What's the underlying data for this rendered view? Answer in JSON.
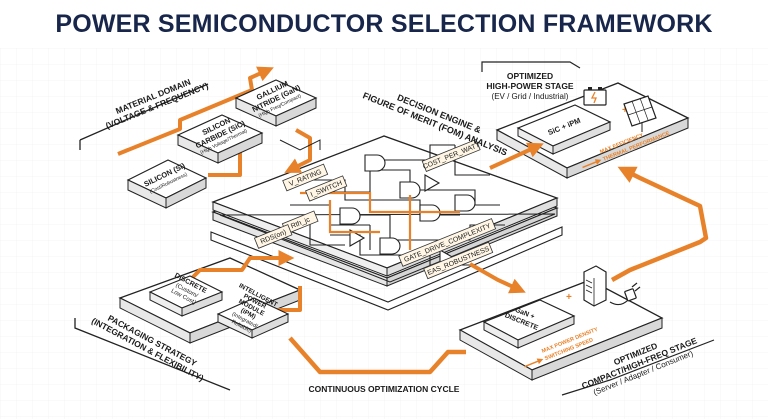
{
  "title": "POWER SEMICONDUCTOR SELECTION FRAMEWORK",
  "material_domain": {
    "heading_line1": "MATERIAL DOMAIN",
    "heading_line2": "(VOLTAGE & FREQUENCY)",
    "silicon": {
      "line1": "SILICON (Si)",
      "line2": "(Cost/Robustness)"
    },
    "sic": {
      "line1": "SILICON",
      "line2": "CARBIDE (SiC)",
      "line3": "(High Voltage/Thermal)"
    },
    "gan": {
      "line1": "GALLIUM",
      "line2": "NITRIDE (GaN)",
      "line3": "(High Freq/Compact)"
    }
  },
  "decision_engine": {
    "heading_line1": "DECISION ENGINE &",
    "heading_line2": "FIGURE OF MERIT (FOM) ANALYSIS",
    "tags": {
      "v_rating": "V_RATING",
      "i_switch": "I_SWITCH",
      "cost_per_watt": "COST_PER_WATT",
      "rdson": "RDS(on)",
      "rth_jc": "Rth_jc",
      "gate_drive": "GATE_DRIVE_COMPLEXITY",
      "eas": "EAS_ROBUSTNESS"
    }
  },
  "high_power_stage": {
    "heading_line1": "OPTIMIZED",
    "heading_line2": "HIGH-POWER STAGE",
    "heading_line3": "(EV / Grid / Industrial)",
    "module": "SiC + iPM",
    "benefit_line1": "MAX EFFICIENCY",
    "benefit_line2": "THERMAL PERFORMANCE"
  },
  "packaging": {
    "heading_line1": "PACKAGING STRATEGY",
    "heading_line2": "(INTEGRATION & FLEXIBILITY)",
    "discrete": {
      "line1": "DISCRETE",
      "line2": "(Custom/",
      "line3": "Low Cost)"
    },
    "ipm": {
      "line1": "INTELLIGENT",
      "line2": "POWER",
      "line3": "MODULE",
      "line4": "(iPM)",
      "line5": "(Integrated/",
      "line6": "Reliable)"
    }
  },
  "compact_stage": {
    "heading_line1": "OPTIMIZED",
    "heading_line2": "COMPACT/HIGH-FREQ STAGE",
    "heading_line3": "(Server / Adapter / Consumer)",
    "module_line1": "GaN +",
    "module_line2": "DISCRETE",
    "benefit_line1": "MAX POWER DENSITY",
    "benefit_line2": "SWITCHING SPEED"
  },
  "cycle_label": "CONTINUOUS OPTIMIZATION CYCLE",
  "icons": [
    "battery-icon",
    "solar-panel-icon",
    "server-tower-icon",
    "power-plug-icon"
  ],
  "colors": {
    "accent": "#e8822a",
    "title": "#17264a",
    "line": "#222222"
  }
}
